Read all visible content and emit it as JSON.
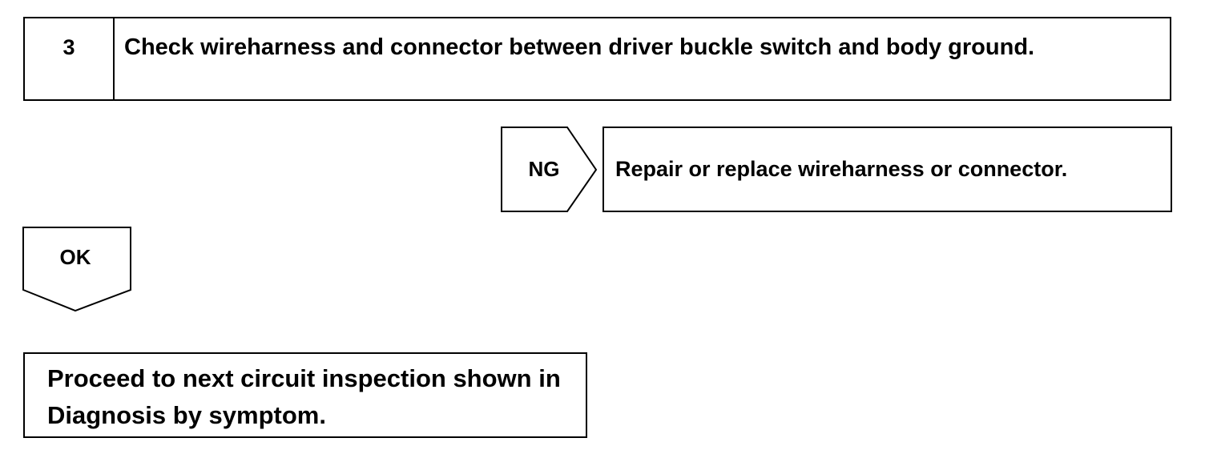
{
  "step": {
    "number": "3",
    "title": "Check wireharness and connector between driver buckle switch and body ground."
  },
  "ng_branch": {
    "label": "NG",
    "result": "Repair or replace wireharness or connector."
  },
  "ok_branch": {
    "label": "OK"
  },
  "next_action": {
    "text": "Proceed to next circuit inspection shown in Diagnosis by symptom."
  }
}
